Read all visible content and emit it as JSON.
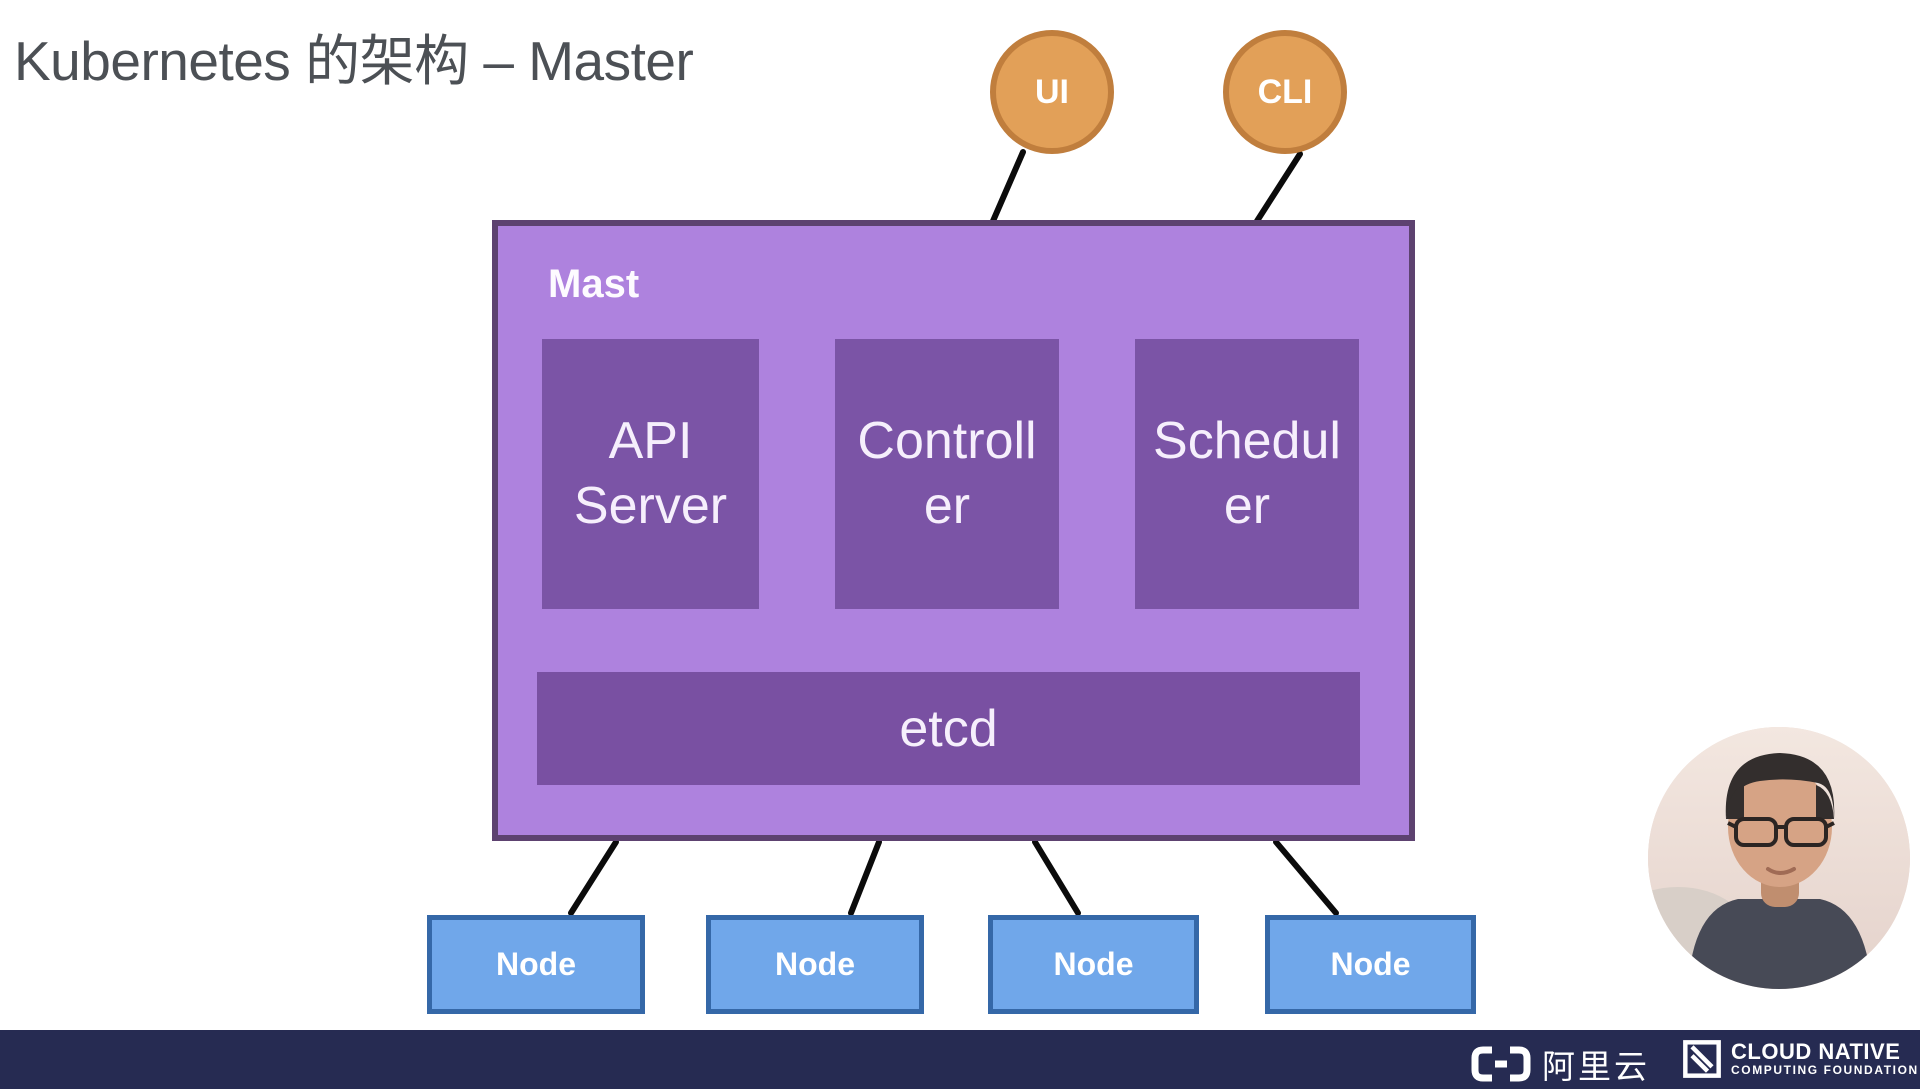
{
  "slide": {
    "title": "Kubernetes 的架构 – Master"
  },
  "clients": [
    {
      "label": "UI"
    },
    {
      "label": "CLI"
    }
  ],
  "master": {
    "label": "Mast",
    "components": [
      {
        "name": "api-server",
        "line1": "API",
        "line2": "Server"
      },
      {
        "name": "controller",
        "line1": "Controll",
        "line2": "er"
      },
      {
        "name": "scheduler",
        "line1": "Schedul",
        "line2": "er"
      }
    ],
    "datastore": "etcd"
  },
  "nodes": [
    "Node",
    "Node",
    "Node",
    "Node"
  ],
  "footer": {
    "alibaba": "阿里云",
    "cncf_line1": "CLOUD NATIVE",
    "cncf_line2": "COMPUTING FOUNDATION"
  },
  "colors": {
    "title_color": "#4c5055",
    "master_fill": "#ae82de",
    "master_border": "#5d4270",
    "component_fill": "#7b54a6",
    "etcd_fill": "#7950a2",
    "node_fill": "#70a7ea",
    "node_border": "#3568a8",
    "client_fill": "#e2a058",
    "client_border": "#c07e3d",
    "connector": "#0b0b0b",
    "footer_bg": "#262b52"
  }
}
